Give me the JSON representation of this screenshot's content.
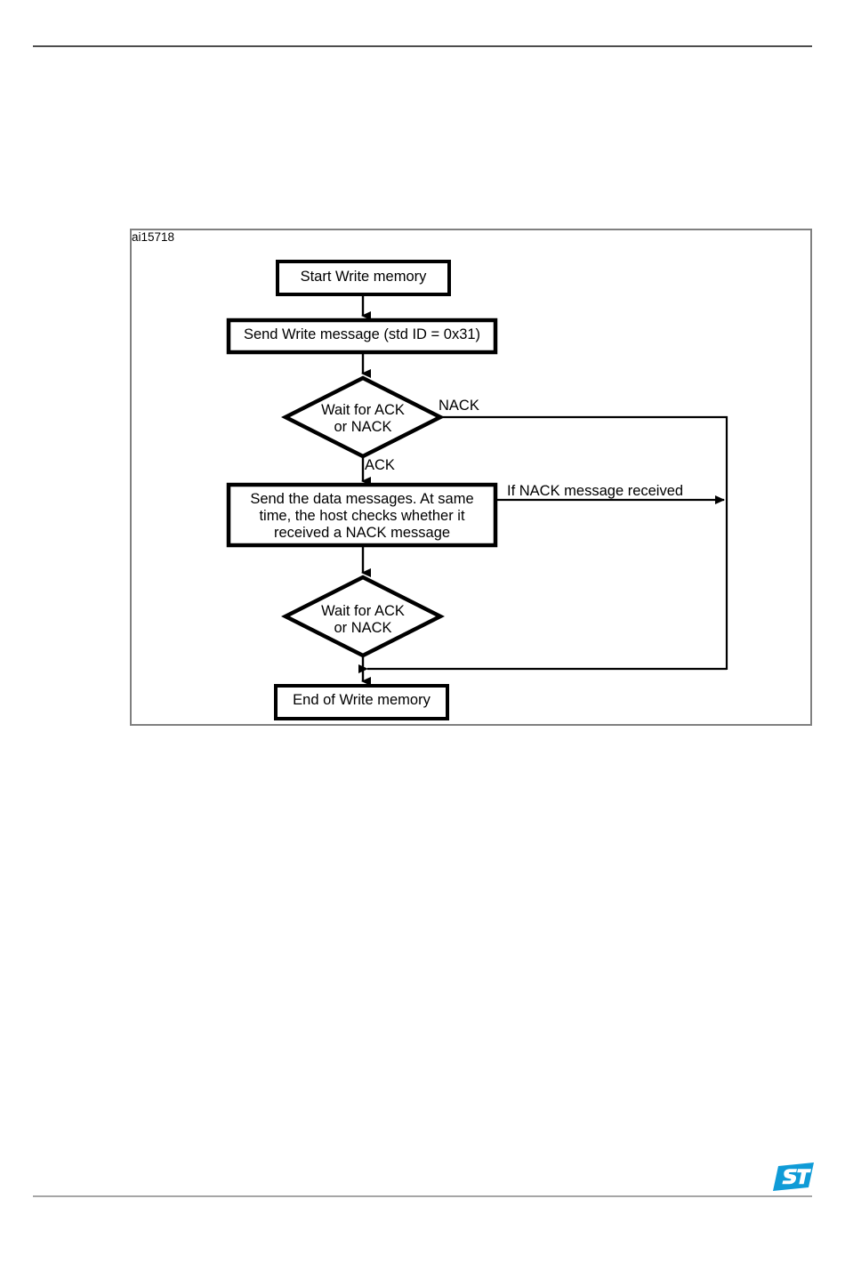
{
  "page": {
    "rule_color_top": "#4d4d4d",
    "rule_color_bottom": "#a6a6a6",
    "background": "#ffffff"
  },
  "logo": {
    "name": "st-logo",
    "text": "ST",
    "color": "#0f9bd7"
  },
  "figure": {
    "id_label": "ai15718",
    "border_color": "#808080",
    "line_color": "#000000",
    "nodes": [
      {
        "key": "start",
        "shape": "rect",
        "label": "Start Write memory"
      },
      {
        "key": "send",
        "shape": "rect",
        "label": "Send Write message (std ID = 0x31)"
      },
      {
        "key": "wait1",
        "shape": "diamond",
        "label": "Wait for ACK\nor NACK"
      },
      {
        "key": "datamsg",
        "shape": "rect",
        "label": "Send the data messages. At same\ntime, the host checks whether it\nreceived a NACK message"
      },
      {
        "key": "wait2",
        "shape": "diamond",
        "label": "Wait for ACK\nor NACK"
      },
      {
        "key": "end",
        "shape": "rect",
        "label": "End of Write memory"
      }
    ],
    "edge_labels": [
      {
        "key": "nack",
        "label": "NACK"
      },
      {
        "key": "ack",
        "label": "ACK"
      },
      {
        "key": "if_nack",
        "label": "If NACK message received"
      }
    ]
  }
}
